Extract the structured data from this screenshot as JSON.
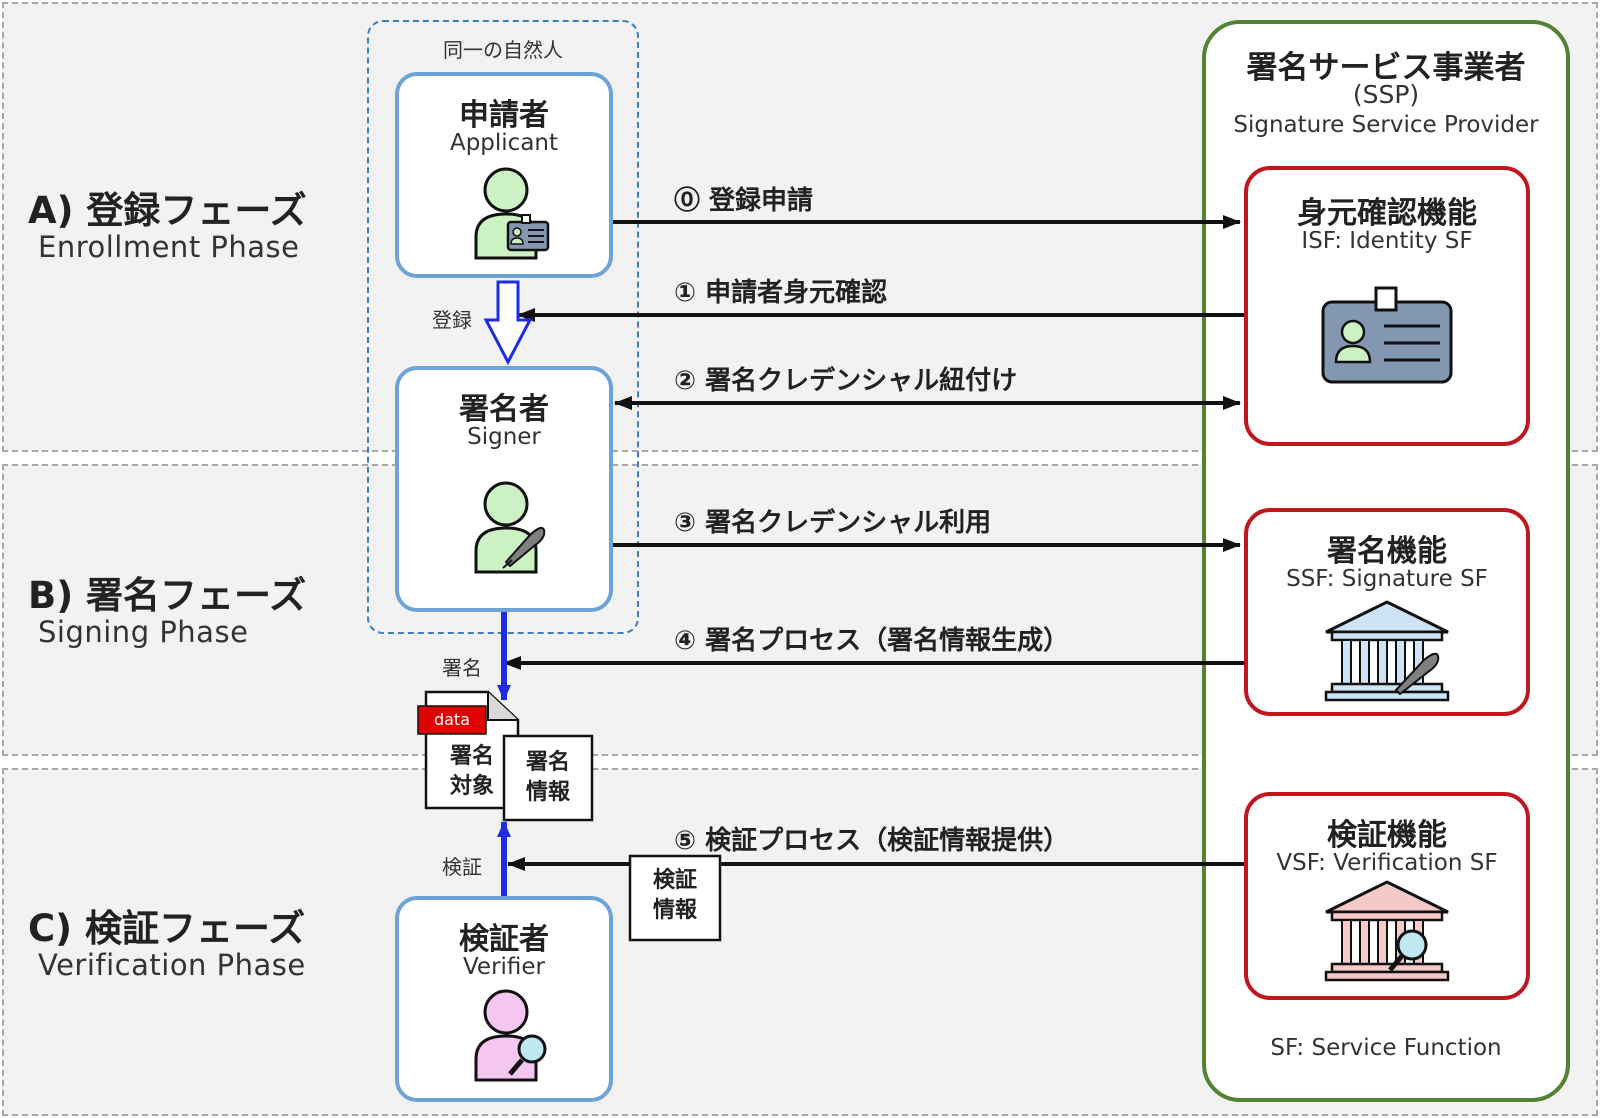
{
  "phases": {
    "enrollment": {
      "ja": "A) 登録フェーズ",
      "en": "Enrollment Phase"
    },
    "signing": {
      "ja": "B) 署名フェーズ",
      "en": "Signing Phase"
    },
    "verification": {
      "ja": "C) 検証フェーズ",
      "en": "Verification Phase"
    }
  },
  "person_group_label": "同一の自然人",
  "actors": {
    "applicant": {
      "ja": "申請者",
      "en": "Applicant"
    },
    "signer": {
      "ja": "署名者",
      "en": "Signer"
    },
    "verifier": {
      "ja": "検証者",
      "en": "Verifier"
    }
  },
  "ssp": {
    "ja": "署名サービス事業者",
    "abbr": "(SSP)",
    "en": "Signature Service Provider",
    "note": "SF: Service Function"
  },
  "functions": {
    "isf": {
      "ja": "身元確認機能",
      "en": "ISF: Identity SF"
    },
    "ssf": {
      "ja": "署名機能",
      "en": "SSF: Signature SF"
    },
    "vsf": {
      "ja": "検証機能",
      "en": "VSF: Verification SF"
    }
  },
  "messages": {
    "m0": "⓪ 登録申請",
    "m1": "① 申請者身元確認",
    "m2": "② 署名クレデンシャル紐付け",
    "m3": "③ 署名クレデンシャル利用",
    "m4": "④ 署名プロセス（署名情報生成）",
    "m5": "⑤ 検証プロセス（検証情報提供）"
  },
  "labels": {
    "register": "登録",
    "sign": "署名",
    "verify": "検証"
  },
  "documents": {
    "data_tag": "data",
    "target_line1": "署名",
    "target_line2": "対象",
    "siginfo_line1": "署名",
    "siginfo_line2": "情報",
    "verinfo_line1": "検証",
    "verinfo_line2": "情報"
  },
  "colors": {
    "phase_bg": "#f2f2f2",
    "actor_border": "#6ea3d8",
    "ssp_border": "#548235",
    "function_border": "#c0161d",
    "person_green": "#ccf2c4",
    "person_pink": "#f6c6f2",
    "flow_blue": "#1f2de0"
  }
}
